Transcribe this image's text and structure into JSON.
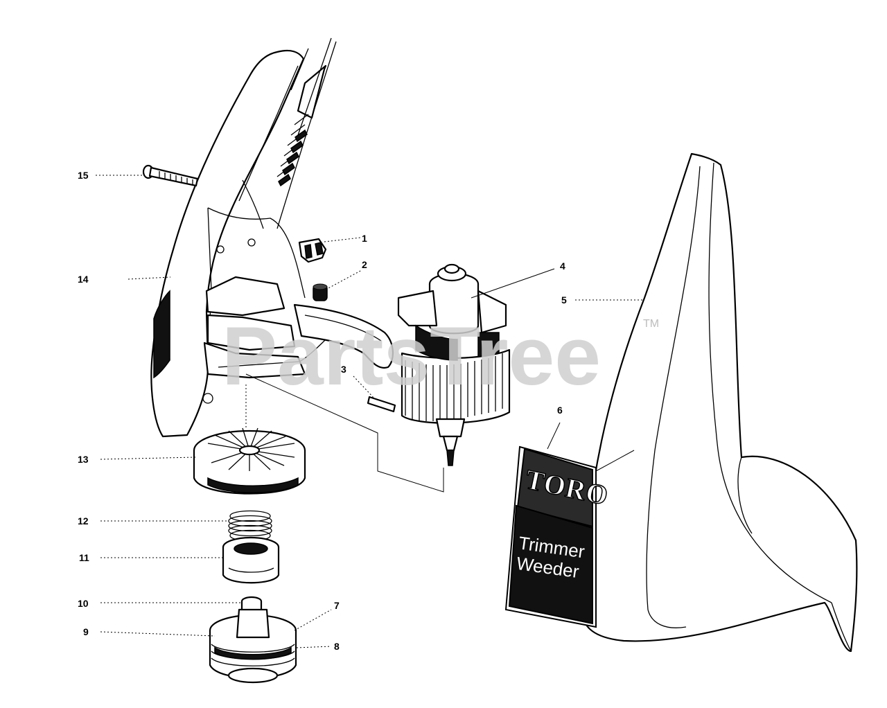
{
  "watermark": {
    "text": "PartsTree",
    "tm": "TM"
  },
  "decal": {
    "brand": "TORO",
    "line1": "Trimmer",
    "line2": "Weeder"
  },
  "callouts": [
    "1",
    "2",
    "3",
    "4",
    "5",
    "6",
    "7",
    "8",
    "9",
    "10",
    "11",
    "12",
    "13",
    "14",
    "15"
  ],
  "colors": {
    "ink": "#000000",
    "paper": "#ffffff",
    "watermark": "#cfcfcf",
    "decal_dark": "#111111"
  }
}
